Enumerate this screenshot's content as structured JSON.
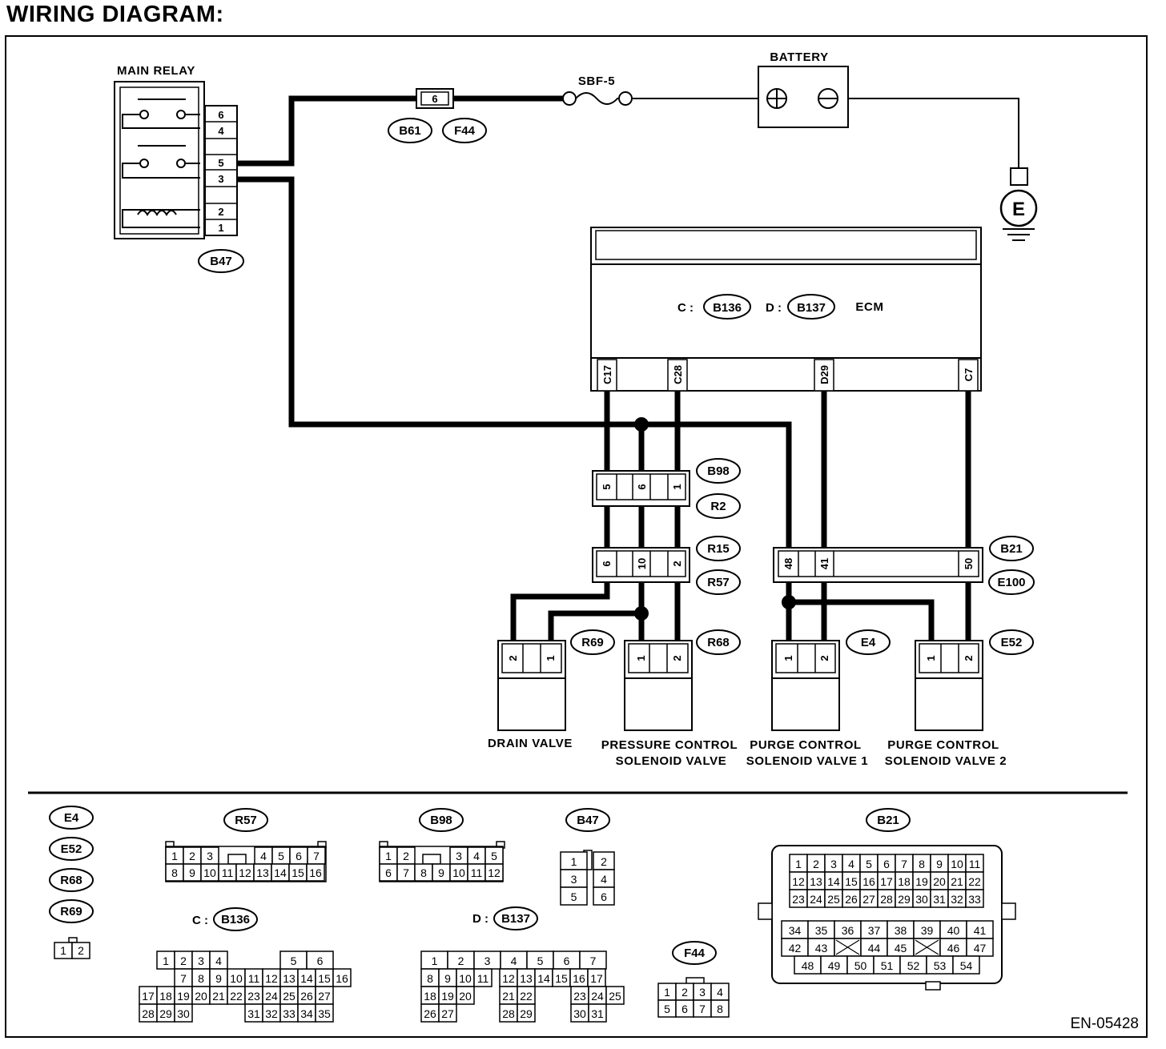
{
  "title": "WIRING DIAGRAM:",
  "doc_id": "EN-05428",
  "components": {
    "main_relay": "MAIN RELAY",
    "battery": "BATTERY",
    "fuse": "SBF-5",
    "fuse_pin": "6",
    "ground": "E",
    "ecm": "ECM",
    "ecm_c_prefix": "C :",
    "ecm_d_prefix": "D :",
    "drain_valve": "DRAIN VALVE",
    "pcsv_1": "PRESSURE CONTROL",
    "pcsv_2": "SOLENOID VALVE",
    "purge1_1": "PURGE CONTROL",
    "purge1_2": "SOLENOID VALVE 1",
    "purge2_1": "PURGE CONTROL",
    "purge2_2": "SOLENOID VALVE 2"
  },
  "connector_ids": {
    "B47": "B47",
    "B61": "B61",
    "F44": "F44",
    "B136": "B136",
    "B137": "B137",
    "B98": "B98",
    "R2": "R2",
    "R15": "R15",
    "R57": "R57",
    "B21": "B21",
    "E100": "E100",
    "R69": "R69",
    "R68": "R68",
    "E4": "E4",
    "E52": "E52"
  },
  "pins": {
    "relay": [
      "6",
      "4",
      "5",
      "3",
      "2",
      "1"
    ],
    "ecm": [
      "C17",
      "C28",
      "D29",
      "C7"
    ],
    "b98": [
      "5",
      "6",
      "1"
    ],
    "r15": [
      "6",
      "10",
      "2"
    ],
    "b21": [
      "48",
      "41",
      "50"
    ],
    "drain": [
      "2",
      "1"
    ],
    "pcsv": [
      "1",
      "2"
    ],
    "purge1": [
      "1",
      "2"
    ],
    "purge2": [
      "1",
      "2"
    ]
  },
  "legend": {
    "small_group": [
      "E4",
      "E52",
      "R68",
      "R69"
    ],
    "small_pins": [
      "1",
      "2"
    ],
    "r57": {
      "id": "R57",
      "row1": [
        "1",
        "2",
        "3",
        "4",
        "5",
        "6",
        "7"
      ],
      "row2": [
        "8",
        "9",
        "10",
        "11",
        "12",
        "13",
        "14",
        "15",
        "16"
      ]
    },
    "b98": {
      "id": "B98",
      "row1": [
        "1",
        "2",
        "3",
        "4",
        "5"
      ],
      "row2": [
        "6",
        "7",
        "8",
        "9",
        "10",
        "11",
        "12"
      ]
    },
    "b47": {
      "id": "B47",
      "rows": [
        [
          "1",
          "2"
        ],
        [
          "3",
          "4"
        ],
        [
          "5",
          "6"
        ]
      ]
    },
    "b136": {
      "prefix": "C :",
      "id": "B136",
      "row1": [
        "1",
        "2",
        "3",
        "4",
        "5",
        "6"
      ],
      "row2": [
        "7",
        "8",
        "9",
        "10",
        "11",
        "12",
        "13",
        "14",
        "15",
        "16"
      ],
      "row3": [
        "17",
        "18",
        "19",
        "20",
        "21",
        "22",
        "23",
        "24",
        "25",
        "26",
        "27"
      ],
      "row4": [
        "28",
        "29",
        "30",
        "31",
        "32",
        "33",
        "34",
        "35"
      ]
    },
    "b137": {
      "prefix": "D :",
      "id": "B137",
      "row1": [
        "1",
        "2",
        "3",
        "4",
        "5",
        "6",
        "7"
      ],
      "row2": [
        "8",
        "9",
        "10",
        "11",
        "12",
        "13",
        "14",
        "15",
        "16",
        "17"
      ],
      "row3": [
        "18",
        "19",
        "20",
        "21",
        "22",
        "23",
        "24",
        "25"
      ],
      "row4": [
        "26",
        "27",
        "28",
        "29",
        "30",
        "31"
      ]
    },
    "f44": {
      "id": "F44",
      "rows": [
        [
          "1",
          "2",
          "3",
          "4"
        ],
        [
          "5",
          "6",
          "7",
          "8"
        ]
      ]
    },
    "b21": {
      "id": "B21",
      "row1": [
        "1",
        "2",
        "3",
        "4",
        "5",
        "6",
        "7",
        "8",
        "9",
        "10",
        "11"
      ],
      "row2": [
        "12",
        "13",
        "14",
        "15",
        "16",
        "17",
        "18",
        "19",
        "20",
        "21",
        "22"
      ],
      "row3": [
        "23",
        "24",
        "25",
        "26",
        "27",
        "28",
        "29",
        "30",
        "31",
        "32",
        "33"
      ],
      "row4": [
        "34",
        "35",
        "36",
        "37",
        "38",
        "39",
        "40",
        "41"
      ],
      "row5": [
        "42",
        "43",
        "44",
        "45",
        "46",
        "47"
      ],
      "row6": [
        "48",
        "49",
        "50",
        "51",
        "52",
        "53",
        "54"
      ]
    }
  }
}
